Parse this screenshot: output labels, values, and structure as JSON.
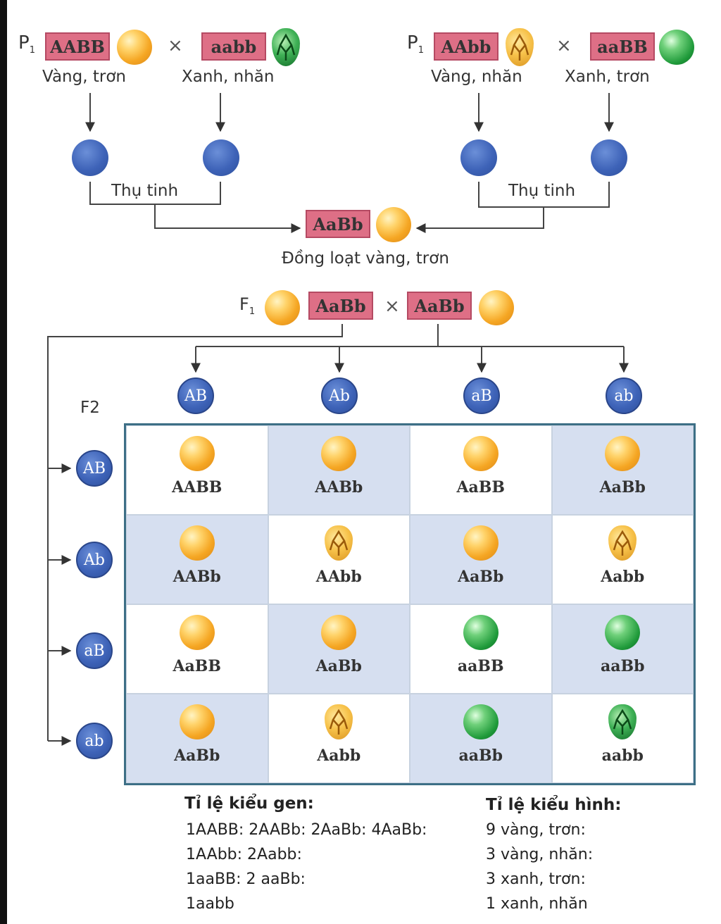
{
  "parent_cross_1": {
    "generation": "P",
    "generation_sub": "1",
    "parent_a": {
      "genotype": "AABB",
      "phenotype": "Vàng, trơn"
    },
    "parent_b": {
      "genotype": "aabb",
      "phenotype": "Xanh, nhăn"
    },
    "cross_symbol": "×",
    "fertilization": "Thụ tinh"
  },
  "parent_cross_2": {
    "generation": "P",
    "generation_sub": "1",
    "parent_a": {
      "genotype": "AAbb",
      "phenotype": "Vàng, nhăn"
    },
    "parent_b": {
      "genotype": "aaBB",
      "phenotype": "Xanh, trơn"
    },
    "cross_symbol": "×",
    "fertilization": "Thụ tinh"
  },
  "hybrid": {
    "genotype": "AaBb",
    "phenotype": "Đồng loạt vàng, trơn"
  },
  "f1_cross": {
    "generation": "F",
    "generation_sub": "1",
    "parent_a": "AaBb",
    "parent_b": "AaBb",
    "cross_symbol": "×"
  },
  "f2": {
    "label": "F2",
    "column_gametes": [
      "AB",
      "Ab",
      "aB",
      "ab"
    ],
    "row_gametes": [
      "AB",
      "Ab",
      "aB",
      "ab"
    ],
    "cells": [
      [
        {
          "g": "AABB",
          "seed": "yellow-round"
        },
        {
          "g": "AABb",
          "seed": "yellow-round"
        },
        {
          "g": "AaBB",
          "seed": "yellow-round"
        },
        {
          "g": "AaBb",
          "seed": "yellow-round"
        }
      ],
      [
        {
          "g": "AABb",
          "seed": "yellow-round"
        },
        {
          "g": "AAbb",
          "seed": "yellow-wrinkled"
        },
        {
          "g": "AaBb",
          "seed": "yellow-round"
        },
        {
          "g": "Aabb",
          "seed": "yellow-wrinkled"
        }
      ],
      [
        {
          "g": "AaBB",
          "seed": "yellow-round"
        },
        {
          "g": "AaBb",
          "seed": "yellow-round"
        },
        {
          "g": "aaBB",
          "seed": "green-round"
        },
        {
          "g": "aaBb",
          "seed": "green-round"
        }
      ],
      [
        {
          "g": "AaBb",
          "seed": "yellow-round"
        },
        {
          "g": "Aabb",
          "seed": "yellow-wrinkled"
        },
        {
          "g": "aaBb",
          "seed": "green-round"
        },
        {
          "g": "aabb",
          "seed": "green-wrinkled"
        }
      ]
    ]
  },
  "genotype_ratio": {
    "title": "Tỉ lệ kiểu gen:",
    "lines": [
      "1AABB: 2AABb: 2AaBb: 4AaBb:",
      "1AAbb: 2Aabb:",
      "1aaBB: 2 aaBb:",
      "1aabb"
    ]
  },
  "phenotype_ratio": {
    "title": "Tỉ lệ kiểu hình:",
    "lines": [
      "9 vàng, trơn:",
      "3 vàng, nhăn:",
      "3 xanh, trơn:",
      "1 xanh, nhăn"
    ]
  },
  "colors": {
    "genotype_box": "#de6f86",
    "gamete": "#3e63b8",
    "grid_border": "#3d6f86",
    "cell_shade": "#d6dff0",
    "yellow_seed": "#f5a623",
    "green_seed": "#1f9a3a"
  }
}
